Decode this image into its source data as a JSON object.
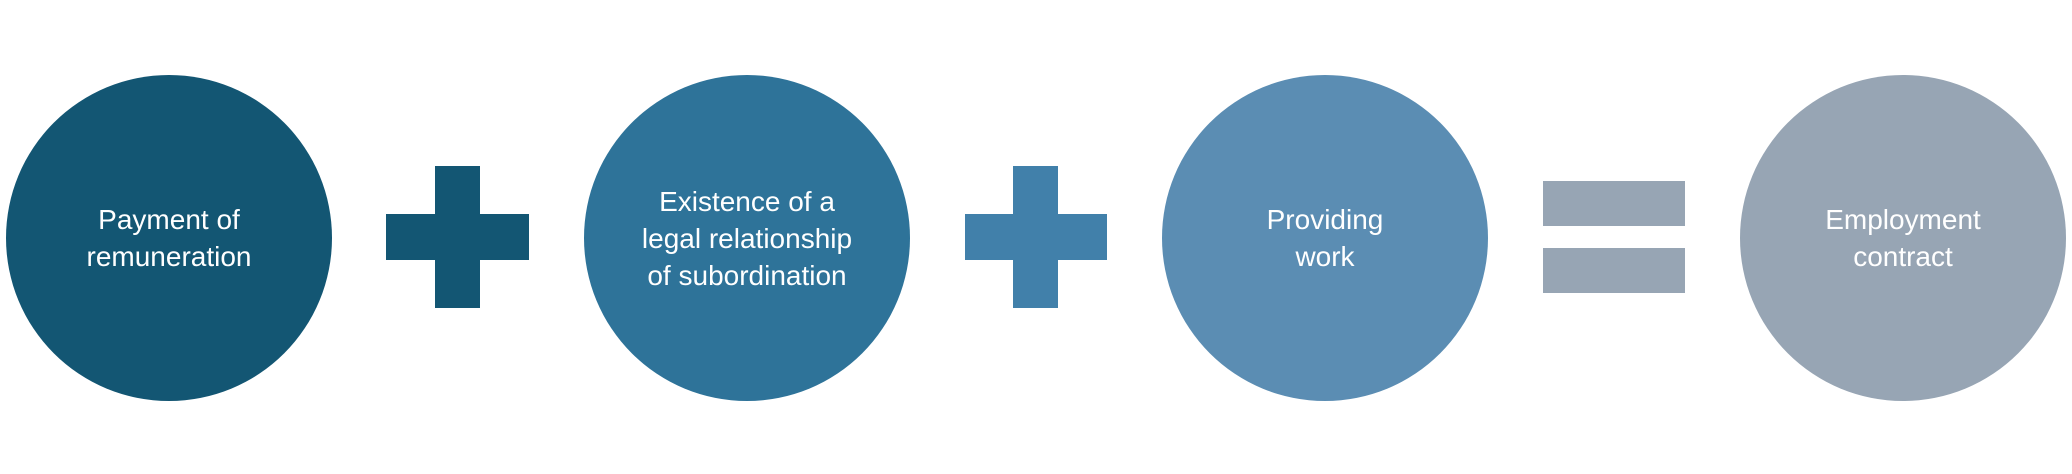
{
  "colors": {
    "remuneration": "#135673",
    "subordination": "#2e7399",
    "work": "#5b8db3",
    "contract": "#97a5b4",
    "plus1": "#135673",
    "plus2": "#4180aa",
    "equals": "#97a5b4"
  },
  "items": [
    {
      "label": "Payment of remuneration"
    },
    {
      "label": "Existence of a legal relationship of subordination"
    },
    {
      "label": "Providing work"
    },
    {
      "label": "Employment contract"
    }
  ],
  "operators": [
    "plus-icon",
    "plus-icon",
    "equals-icon"
  ]
}
